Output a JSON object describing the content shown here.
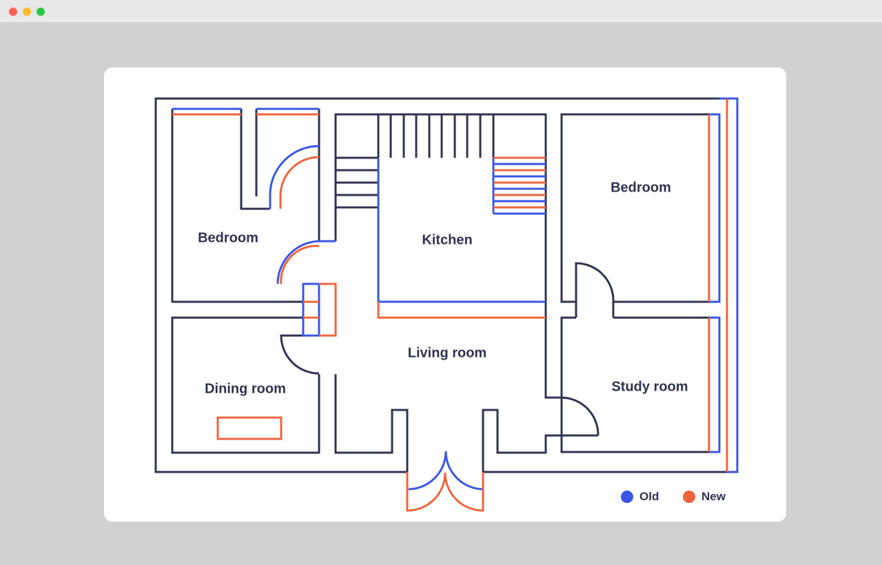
{
  "window": {
    "controls": [
      "close",
      "minimize",
      "zoom"
    ]
  },
  "colors": {
    "wall": "#2f3350",
    "old": "#3a55e6",
    "new": "#f0643c"
  },
  "rooms": {
    "bedroom_left": "Bedroom",
    "bedroom_right": "Bedroom",
    "kitchen": "Kitchen",
    "living_room": "Living room",
    "dining_room": "Dining room",
    "study_room": "Study room"
  },
  "legend": {
    "old": "Old",
    "new": "New"
  }
}
